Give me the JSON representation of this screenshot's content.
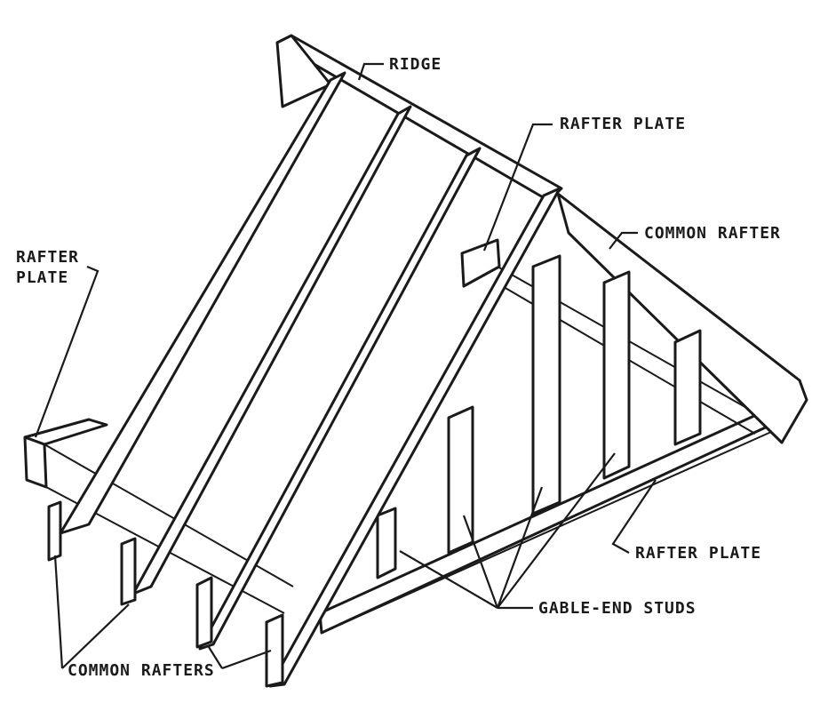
{
  "labels": {
    "ridge": "RIDGE",
    "rafter_plate_top": "RAFTER PLATE",
    "common_rafter": "COMMON RAFTER",
    "rafter_plate_left_line1": "RAFTER",
    "rafter_plate_left_line2": "PLATE",
    "rafter_plate_right": "RAFTER PLATE",
    "gable_end_studs": "GABLE-END STUDS",
    "common_rafters": "COMMON RAFTERS"
  }
}
